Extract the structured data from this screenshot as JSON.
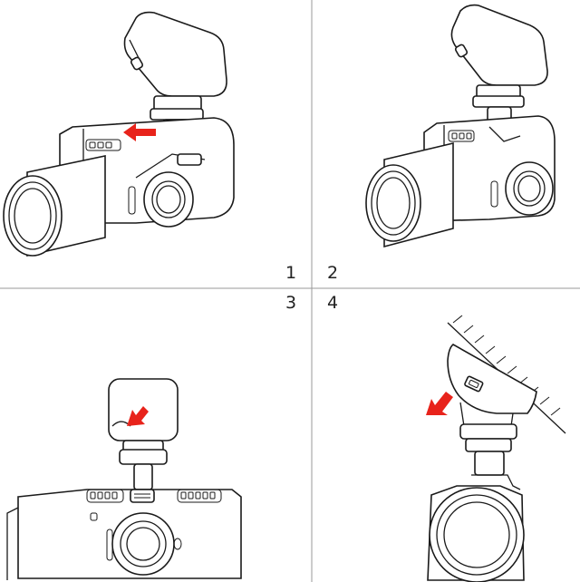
{
  "steps": [
    {
      "number": "1"
    },
    {
      "number": "2"
    },
    {
      "number": "3"
    },
    {
      "number": "4"
    }
  ],
  "colors": {
    "line": "#1a1a1a",
    "arrow": "#e8231b",
    "divider": "#999999",
    "background": "#ffffff"
  },
  "icons": [
    "red-arrow-icon",
    "mounting-surface-hatch"
  ]
}
